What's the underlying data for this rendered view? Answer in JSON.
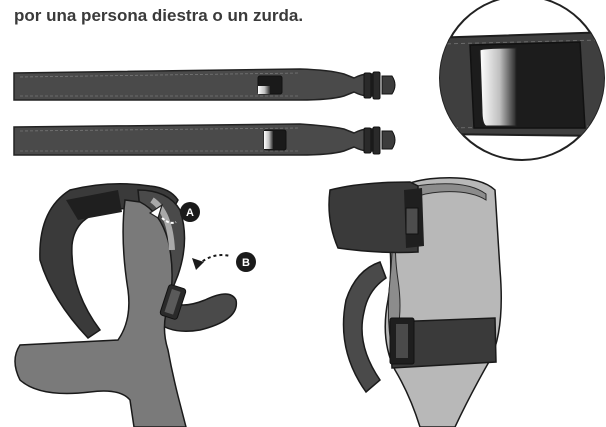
{
  "caption": "por una persona diestra o un zurda.",
  "callouts": {
    "a": "A",
    "b": "B"
  }
}
